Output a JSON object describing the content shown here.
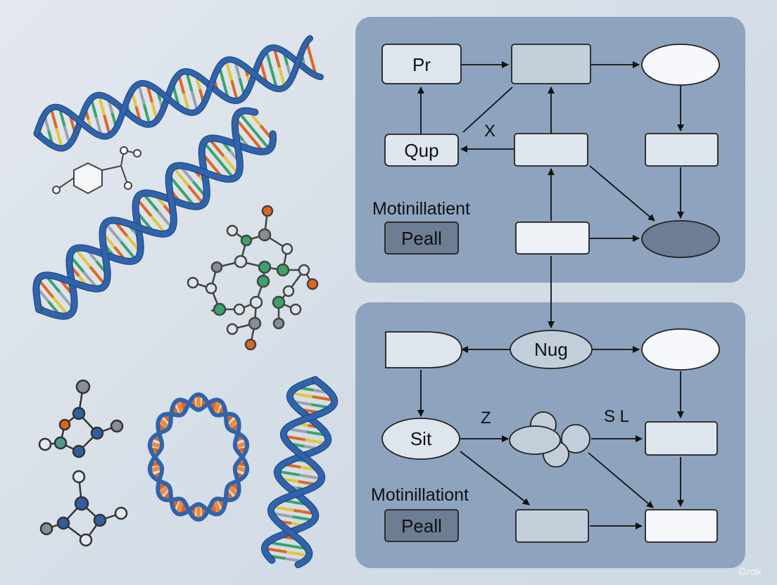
{
  "colors": {
    "panel": "#8ea3be",
    "node_light": "#dfe5ed",
    "node_mid": "#c3cedb",
    "node_dark": "#6d7d93",
    "white_node": "#f6f8fb",
    "helix": "#2f5fa3"
  },
  "top_panel": {
    "nodes": {
      "pr": "Pr",
      "qup": "Qup",
      "a": "",
      "b": "",
      "c": "",
      "d": "",
      "e": "",
      "f": "",
      "g": ""
    },
    "edge_x": "X",
    "section_title": "Motinillatient",
    "section_button": "Peall"
  },
  "bottom_panel": {
    "nodes": {
      "nug": "Nug",
      "sit": "Sit",
      "h": "",
      "i": "",
      "j": "",
      "k": "",
      "l": "",
      "m": ""
    },
    "edge_z": "Z",
    "edge_sl": "S L",
    "section_title": "Motinillationt",
    "section_button": "Peall"
  },
  "watermark": "Grok"
}
